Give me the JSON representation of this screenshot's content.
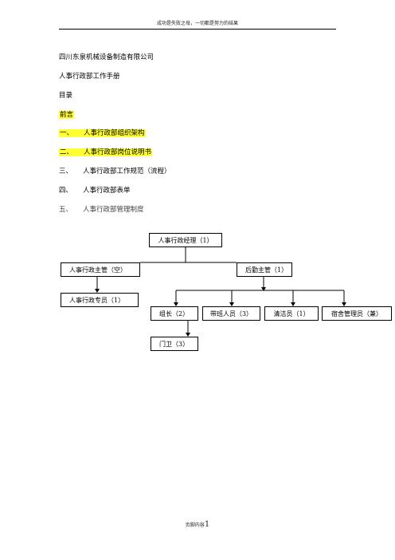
{
  "header": {
    "text": "成功是失败之母，一切都是努力的结果"
  },
  "doc": {
    "company": "四川东泉机械设备制造有限公司",
    "manual_title": "人事行政部工作手册",
    "toc_label": "目录",
    "preface": "前言",
    "items": [
      {
        "num": "一、",
        "text": "人事行政部组织架构"
      },
      {
        "num": "二、",
        "text": "人事行政部岗位说明书"
      },
      {
        "num": "三、",
        "text": "人事行政部工作规范（流程）"
      },
      {
        "num": "四、",
        "text": "人事行政部表单"
      },
      {
        "num": "五、",
        "text": "人事行政部管理制度"
      }
    ]
  },
  "org": {
    "manager": "人事行政经理（1）",
    "admin_supervisor": "人事行政主管（空）",
    "logistics_supervisor": "后勤主管（1）",
    "admin_specialist": "人事行政专员（1）",
    "team_leader": "组长（2）",
    "shift_staff": "带班人员（3）",
    "cleaner": "清洁员（1）",
    "dorm_manager": "宿舍管理员（兼）",
    "guard": "门卫（3）"
  },
  "footer": {
    "label": "页脚内容",
    "page": "1"
  }
}
